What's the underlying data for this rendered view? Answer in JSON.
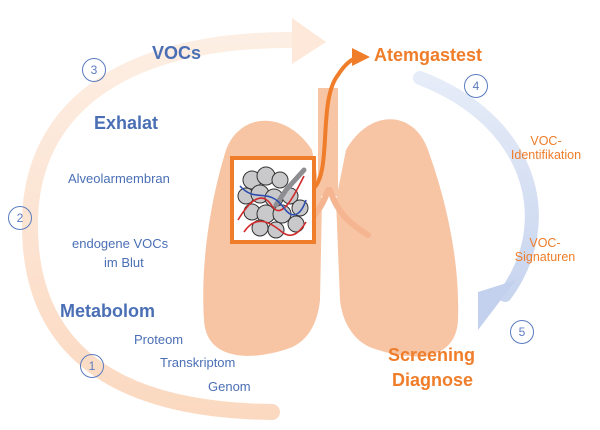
{
  "labels": {
    "vocs": "VOCs",
    "atemgastest": "Atemgastest",
    "exhalat": "Exhalat",
    "alveolarmembran": "Alveolarmembran",
    "endogene_vocs_line1": "endogene VOCs",
    "endogene_vocs_line2": "im Blut",
    "metabolom": "Metabolom",
    "proteom": "Proteom",
    "transkriptom": "Transkriptom",
    "genom": "Genom",
    "voc_identifikation_line1": "VOC-",
    "voc_identifikation_line2": "Identifikation",
    "voc_signaturen_line1": "VOC-",
    "voc_signaturen_line2": "Signaturen",
    "screening": "Screening",
    "diagnose": "Diagnose"
  },
  "steps": [
    "1",
    "2",
    "3",
    "4",
    "5"
  ],
  "colors": {
    "blue": "#4a6fb5",
    "orange": "#ef7d2a",
    "lung": "#f7c4a4",
    "arc_left": "#fde3d0",
    "arc_right": "#dce5f6"
  }
}
